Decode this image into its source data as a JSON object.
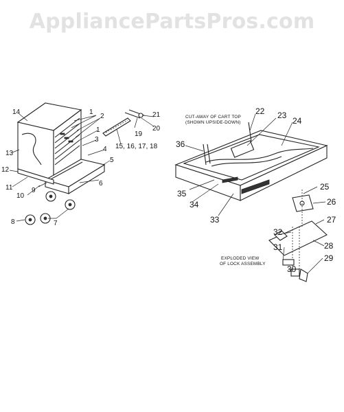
{
  "watermark": "AppliancePartsPros.com",
  "notes": {
    "cutaway_line1": "CUT-AWAY OF CART TOP",
    "cutaway_line2": "(SHOWN UPSIDE-DOWN)",
    "lock_line1": "EXPLODED VIEW",
    "lock_line2": "OF LOCK ASSEMBLY"
  },
  "callouts": {
    "c1": "1",
    "c2": "2",
    "c3": "3",
    "c4": "4",
    "c5": "5",
    "c6": "6",
    "c7": "7",
    "c8": "8",
    "c9": "9",
    "c10": "10",
    "c11": "11",
    "c12": "12",
    "c13": "13",
    "c14": "14",
    "c15_18": "15, 16, 17, 18",
    "c19": "19",
    "c20": "20",
    "c21": "21",
    "c22": "22",
    "c23": "23",
    "c24": "24",
    "c25": "25",
    "c26": "26",
    "c27": "27",
    "c28": "28",
    "c29": "29",
    "c30": "30",
    "c31": "31",
    "c32": "32",
    "c33": "33",
    "c34": "34",
    "c35": "35",
    "c36": "36"
  }
}
